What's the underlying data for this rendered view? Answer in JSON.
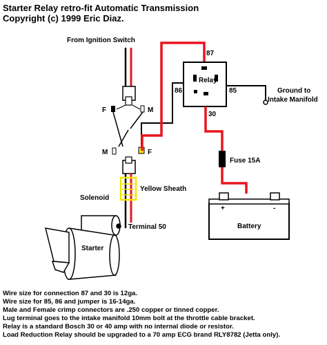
{
  "header": {
    "title_line1": "Starter Relay retro-fit Automatic Transmission",
    "title_line2": "Copyright (c) 1999 Eric Diaz."
  },
  "labels": {
    "ignition": "From Ignition Switch",
    "pin87": "87",
    "pin86": "86",
    "pin85": "85",
    "pin30": "30",
    "relay": "Relay",
    "ground": "Ground to",
    "ground2": "Intake Manifold",
    "f_upper": "F",
    "m_upper": "M",
    "m_lower": "M",
    "f_lower": "F",
    "fuse": "Fuse 15A",
    "sheath": "Yellow Sheath",
    "solenoid": "Solenoid",
    "terminal": "Terminal 50",
    "starter": "Starter",
    "plus": "+",
    "minus": "-",
    "battery": "Battery"
  },
  "notes": [
    "Wire size for connection 87 and 30 is 12ga.",
    "Wire size for 85, 86 and jumper is 16-14ga.",
    "Male and Female crimp connectors are .250 copper or tinned copper.",
    "Lug terminal goes to the intake manifold 10mm bolt at the throttle cable bracket.",
    "Relay is a standard Bosch 30 or 40 amp with no internal diode or resistor.",
    "Load Reduction Relay should be upgraded to a 70 amp ECG brand RLY8782 (Jetta only)."
  ],
  "colors": {
    "power_wire": "#e8141e",
    "signal_wire": "#000000",
    "sheath": "#f5e400",
    "fuse_body": "#000000"
  }
}
